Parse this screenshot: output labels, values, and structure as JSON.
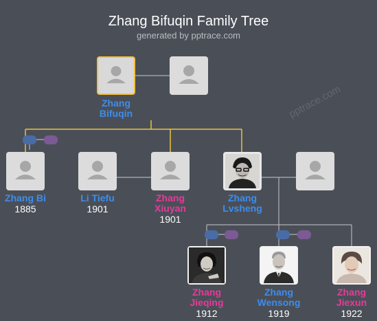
{
  "header": {
    "title": "Zhang Bifuqin Family Tree",
    "subtitle": "generated by pptrace.com",
    "watermark": "pptrace.com"
  },
  "colors": {
    "background": "#4a4f57",
    "male": "#3d8df0",
    "female": "#e8399b",
    "selected_line": "#f0c040",
    "line": "#c7c9cc"
  },
  "people": {
    "root": {
      "name_line1": "Zhang",
      "name_line2": "Bifuqin",
      "gender": "male",
      "photo": "placeholder-avatar-icon",
      "selected": true
    },
    "root_spouse": {
      "photo": "placeholder-avatar-icon"
    },
    "bi": {
      "name_line1": "Zhang Bi",
      "year": "1885",
      "gender": "male",
      "photo": "placeholder-avatar-icon"
    },
    "litiefu": {
      "name_line1": "Li Tiefu",
      "year": "1901",
      "gender": "male",
      "photo": "placeholder-avatar-icon"
    },
    "xiuyan": {
      "name_line1": "Zhang",
      "name_line2": "Xiuyan",
      "year": "1901",
      "gender": "female",
      "photo": "placeholder-avatar-icon"
    },
    "lvsheng": {
      "name_line1": "Zhang",
      "name_line2": "Lvsheng",
      "gender": "male",
      "photo": "portrait-photo"
    },
    "lvsheng_spouse": {
      "photo": "placeholder-avatar-icon"
    },
    "jieqing": {
      "name_line1": "Zhang",
      "name_line2": "Jieqing",
      "year": "1912",
      "gender": "female",
      "photo": "portrait-photo"
    },
    "wensong": {
      "name_line1": "Zhang",
      "name_line2": "Wensong",
      "year": "1919",
      "gender": "male",
      "photo": "portrait-photo"
    },
    "jiexun": {
      "name_line1": "Zhang",
      "name_line2": "Jiexun",
      "year": "1922",
      "gender": "female",
      "photo": "portrait-photo"
    }
  }
}
